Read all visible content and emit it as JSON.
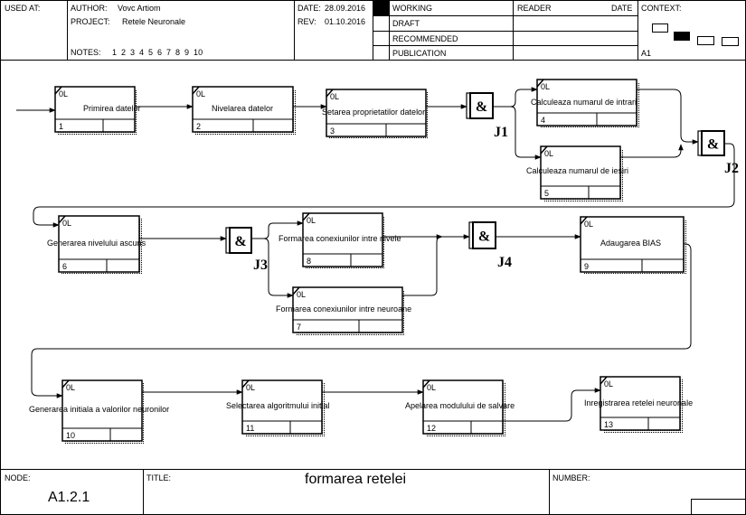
{
  "header": {
    "used_at_label": "USED AT:",
    "author_label": "AUTHOR:",
    "author_value": "Vovc Artiom",
    "project_label": "PROJECT:",
    "project_value": "Retele Neuronale",
    "notes_label": "NOTES:",
    "notes_numbers": "1  2  3  4  5  6  7  8  9  10",
    "date_label": "DATE:",
    "date_value": "28.09.2016",
    "rev_label": "REV:",
    "rev_value": "01.10.2016",
    "status": [
      "WORKING",
      "DRAFT",
      "RECOMMENDED",
      "PUBLICATION"
    ],
    "reader_label": "READER",
    "reader_date_label": "DATE",
    "context_label": "CONTEXT:",
    "context_node": "A1"
  },
  "footer": {
    "node_label": "NODE:",
    "node_value": "A1.2.1",
    "title_label": "TITLE:",
    "title_value": "formarea retelei",
    "number_label": "NUMBER:"
  },
  "diagram": {
    "cost_label": "0L",
    "boxes": [
      {
        "id": "1",
        "label": "Primirea datelor"
      },
      {
        "id": "2",
        "label": "Nivelarea datelor"
      },
      {
        "id": "3",
        "label": "Setarea proprietatilor datelor"
      },
      {
        "id": "4",
        "label": "Calculeaza numarul de intrari"
      },
      {
        "id": "5",
        "label": "Calculeaza numarul de iesiri"
      },
      {
        "id": "6",
        "label": "Generarea nivelului ascuns"
      },
      {
        "id": "7",
        "label": "Formarea conexiunilor intre neuroane"
      },
      {
        "id": "8",
        "label": "Formarea conexiunilor intre nivele"
      },
      {
        "id": "9",
        "label": "Adaugarea BIAS"
      },
      {
        "id": "10",
        "label": "Generarea initiala a valorilor neuronilor"
      },
      {
        "id": "11",
        "label": "Selectarea algoritmului initial"
      },
      {
        "id": "12",
        "label": "Apelarea modulului de salvare"
      },
      {
        "id": "13",
        "label": "Inregistrarea retelei neuronale"
      }
    ],
    "junctions": [
      {
        "id": "J1",
        "symbol": "&"
      },
      {
        "id": "J2",
        "symbol": "&"
      },
      {
        "id": "J3",
        "symbol": "&"
      },
      {
        "id": "J4",
        "symbol": "&"
      }
    ]
  }
}
